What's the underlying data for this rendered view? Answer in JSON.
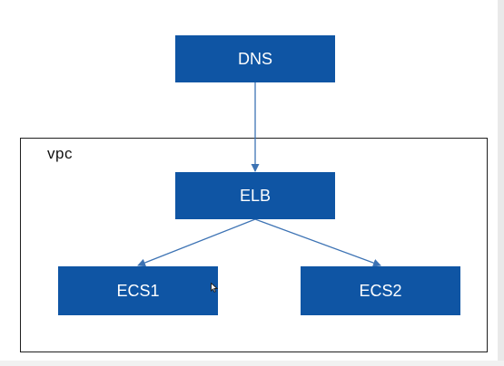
{
  "diagram": {
    "container": {
      "label": "vpc"
    },
    "nodes": [
      {
        "id": "dns",
        "label": "DNS"
      },
      {
        "id": "elb",
        "label": "ELB"
      },
      {
        "id": "ecs1",
        "label": "ECS1"
      },
      {
        "id": "ecs2",
        "label": "ECS2"
      }
    ],
    "edges": [
      {
        "from": "dns",
        "to": "elb"
      },
      {
        "from": "elb",
        "to": "ecs1"
      },
      {
        "from": "elb",
        "to": "ecs2"
      }
    ]
  },
  "colors": {
    "node_fill": "#0f55a4",
    "node_text": "#ffffff",
    "edge": "#3d73b4",
    "frame": "#1f1f1f"
  }
}
